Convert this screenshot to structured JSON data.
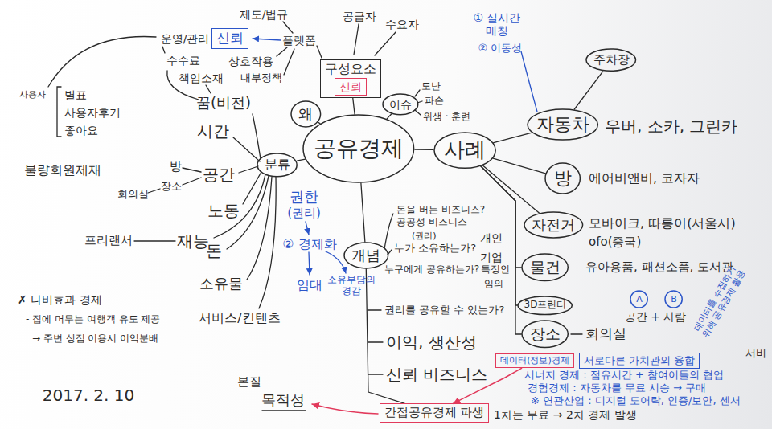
{
  "diagram": {
    "nodes": [
      {
        "text": [
          "공유경제"
        ]
      },
      {
        "text": [
          "왜"
        ]
      },
      {
        "text": [
          "구성요소"
        ]
      },
      {
        "text": [
          "신뢰"
        ],
        "in": 2
      },
      {
        "text": [
          "이슈"
        ]
      },
      {
        "text": [
          "분류"
        ]
      },
      {
        "text": [
          "개념"
        ]
      },
      {
        "text": [
          "사례"
        ]
      },
      {
        "text": [
          "자동차"
        ]
      },
      {
        "text": [
          "방"
        ]
      },
      {
        "text": [
          "자전거"
        ]
      },
      {
        "text": [
          "물건"
        ]
      },
      {
        "text": [
          "3D프린터"
        ]
      },
      {
        "text": [
          "장소"
        ]
      },
      {
        "text": [
          "주차장"
        ]
      },
      {
        "text": [
          "신뢰"
        ]
      },
      {
        "text": [
          "데이터(정보)경제"
        ]
      },
      {
        "text": [
          "서로다른 가치관의 융합"
        ]
      },
      {
        "text": [
          "간접공유경제 파생"
        ]
      },
      {
        "text": [
          "A"
        ]
      },
      {
        "text": [
          "B"
        ]
      }
    ],
    "edges": [
      {
        "from": 0,
        "to": 1,
        "arrow": "none"
      },
      {
        "from": 0,
        "to": 2,
        "arrow": "none"
      },
      {
        "from": 0,
        "to": 4,
        "arrow": "none"
      },
      {
        "from": 0,
        "to": 5,
        "arrow": "none"
      },
      {
        "from": 0,
        "to": 6,
        "arrow": "none"
      },
      {
        "from": 0,
        "to": 7,
        "arrow": "none"
      },
      {
        "from": 7,
        "to": 8,
        "arrow": "none"
      },
      {
        "from": 7,
        "to": 9,
        "arrow": "none"
      },
      {
        "from": 7,
        "to": 10,
        "arrow": "none"
      },
      {
        "from": 7,
        "to": 11,
        "arrow": "none"
      },
      {
        "from": 7,
        "to": 12,
        "arrow": "none"
      },
      {
        "from": 7,
        "to": 13,
        "arrow": "none"
      },
      {
        "from": 8,
        "to": 14,
        "arrow": "none"
      },
      {
        "from": 6,
        "to": 18,
        "arrow": "none"
      },
      {
        "from": 16,
        "to": 18,
        "arrow": "to"
      }
    ],
    "labels": [
      "제도/법규",
      "운영/관리",
      "플랫폼",
      "상호작용",
      "수수료",
      "내부정책",
      "책임소재",
      "공급자",
      "수요자",
      "꿈(비전)",
      "사용자",
      "별표",
      "사용자후기",
      "좋아요",
      "불량회원제재",
      "시간",
      "방",
      "공간",
      "회의실",
      "장소",
      "노동",
      "재능",
      "프리랜서",
      "돈",
      "소유물",
      "서비스/컨텐츠",
      "✗ 나비효과 경제",
      "- 집에 머무는 여행객 유도 제공",
      "→ 주변 상점 이용시 이익분배",
      "2017. 2. 10",
      "본질",
      "목적성",
      "권한",
      "(권리)",
      "② 경제화",
      "임대",
      "소유부담의 경감",
      "도난",
      "파손",
      "위생 · 훈련",
      "① 실시간 매칭",
      "② 이동성",
      "우버, 소카, 그린카",
      "에어비앤비, 코자자",
      "모바이크, 따릉이(서울시)",
      "ofo(중국)",
      "유아용품, 패션소품, 도서관",
      "회의실",
      "데이터를 수집하기 위해 공유경제 활용",
      "공간 + 사람",
      "서비",
      "시너지 경제 : 점유시간 + 참여이들의 협업",
      "경험경제 : 자동차를 무료 시승 → 구매",
      "※ 연관산업 : 디지털 도어락, 인증/보안, 센서",
      "1차는 무료 → 2차 경제 발생",
      "돈을 버는 비즈니스?",
      "공공성 비즈니스",
      "(권리)",
      "누가 소유하는가?",
      "개인",
      "기업",
      "누구에게 공유하는가?",
      "특정인",
      "임의",
      "권리를 공유할 수 있는가?",
      "이익, 생산성",
      "신뢰 비즈니스"
    ]
  }
}
